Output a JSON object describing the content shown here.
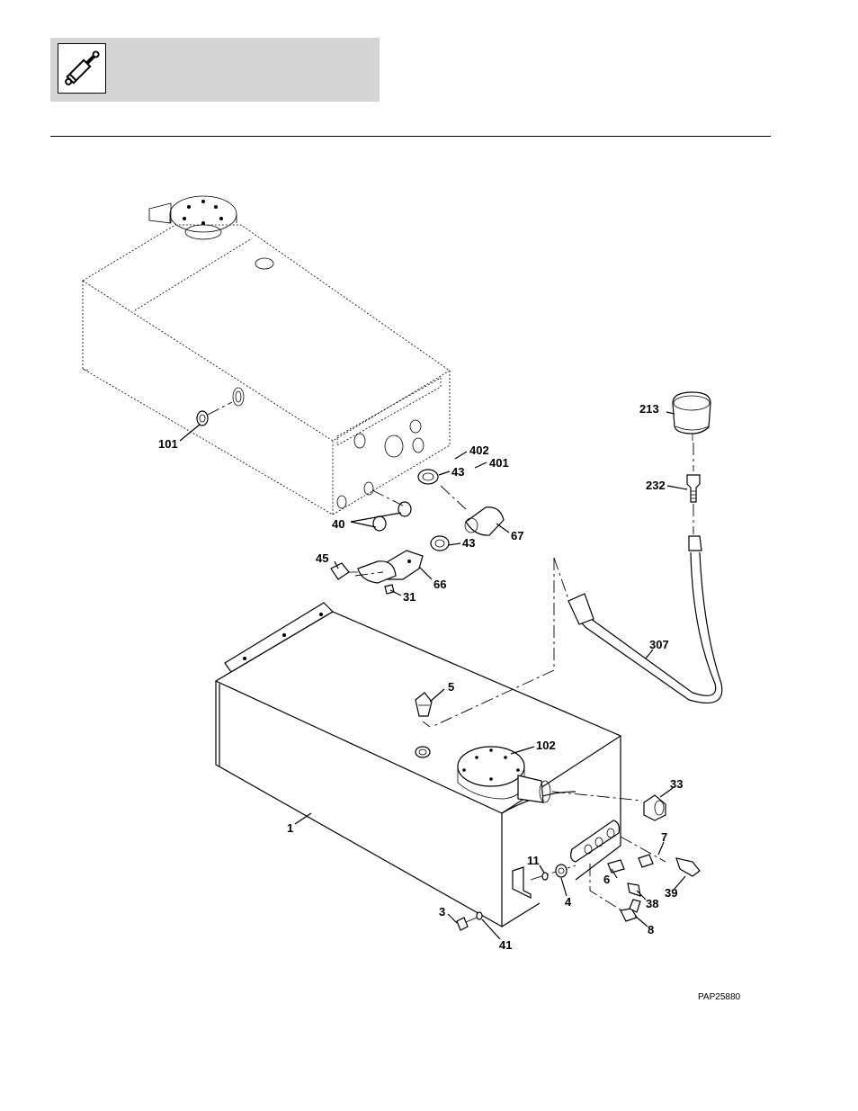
{
  "header": {
    "icon": "hydraulic-cylinder-icon",
    "band_color": "#d4d4d4"
  },
  "figure_code": "PAP25880",
  "callouts": [
    {
      "id": "101",
      "label": "101"
    },
    {
      "id": "402",
      "label": "402"
    },
    {
      "id": "401",
      "label": "401"
    },
    {
      "id": "43a",
      "label": "43"
    },
    {
      "id": "40",
      "label": "40"
    },
    {
      "id": "67",
      "label": "67"
    },
    {
      "id": "43b",
      "label": "43"
    },
    {
      "id": "45",
      "label": "45"
    },
    {
      "id": "66",
      "label": "66"
    },
    {
      "id": "31",
      "label": "31"
    },
    {
      "id": "213",
      "label": "213"
    },
    {
      "id": "232",
      "label": "232"
    },
    {
      "id": "307",
      "label": "307"
    },
    {
      "id": "5",
      "label": "5"
    },
    {
      "id": "102",
      "label": "102"
    },
    {
      "id": "33",
      "label": "33"
    },
    {
      "id": "1",
      "label": "1"
    },
    {
      "id": "7",
      "label": "7"
    },
    {
      "id": "11",
      "label": "11"
    },
    {
      "id": "6",
      "label": "6"
    },
    {
      "id": "39",
      "label": "39"
    },
    {
      "id": "4",
      "label": "4"
    },
    {
      "id": "38",
      "label": "38"
    },
    {
      "id": "3",
      "label": "3"
    },
    {
      "id": "8",
      "label": "8"
    },
    {
      "id": "41",
      "label": "41"
    }
  ]
}
